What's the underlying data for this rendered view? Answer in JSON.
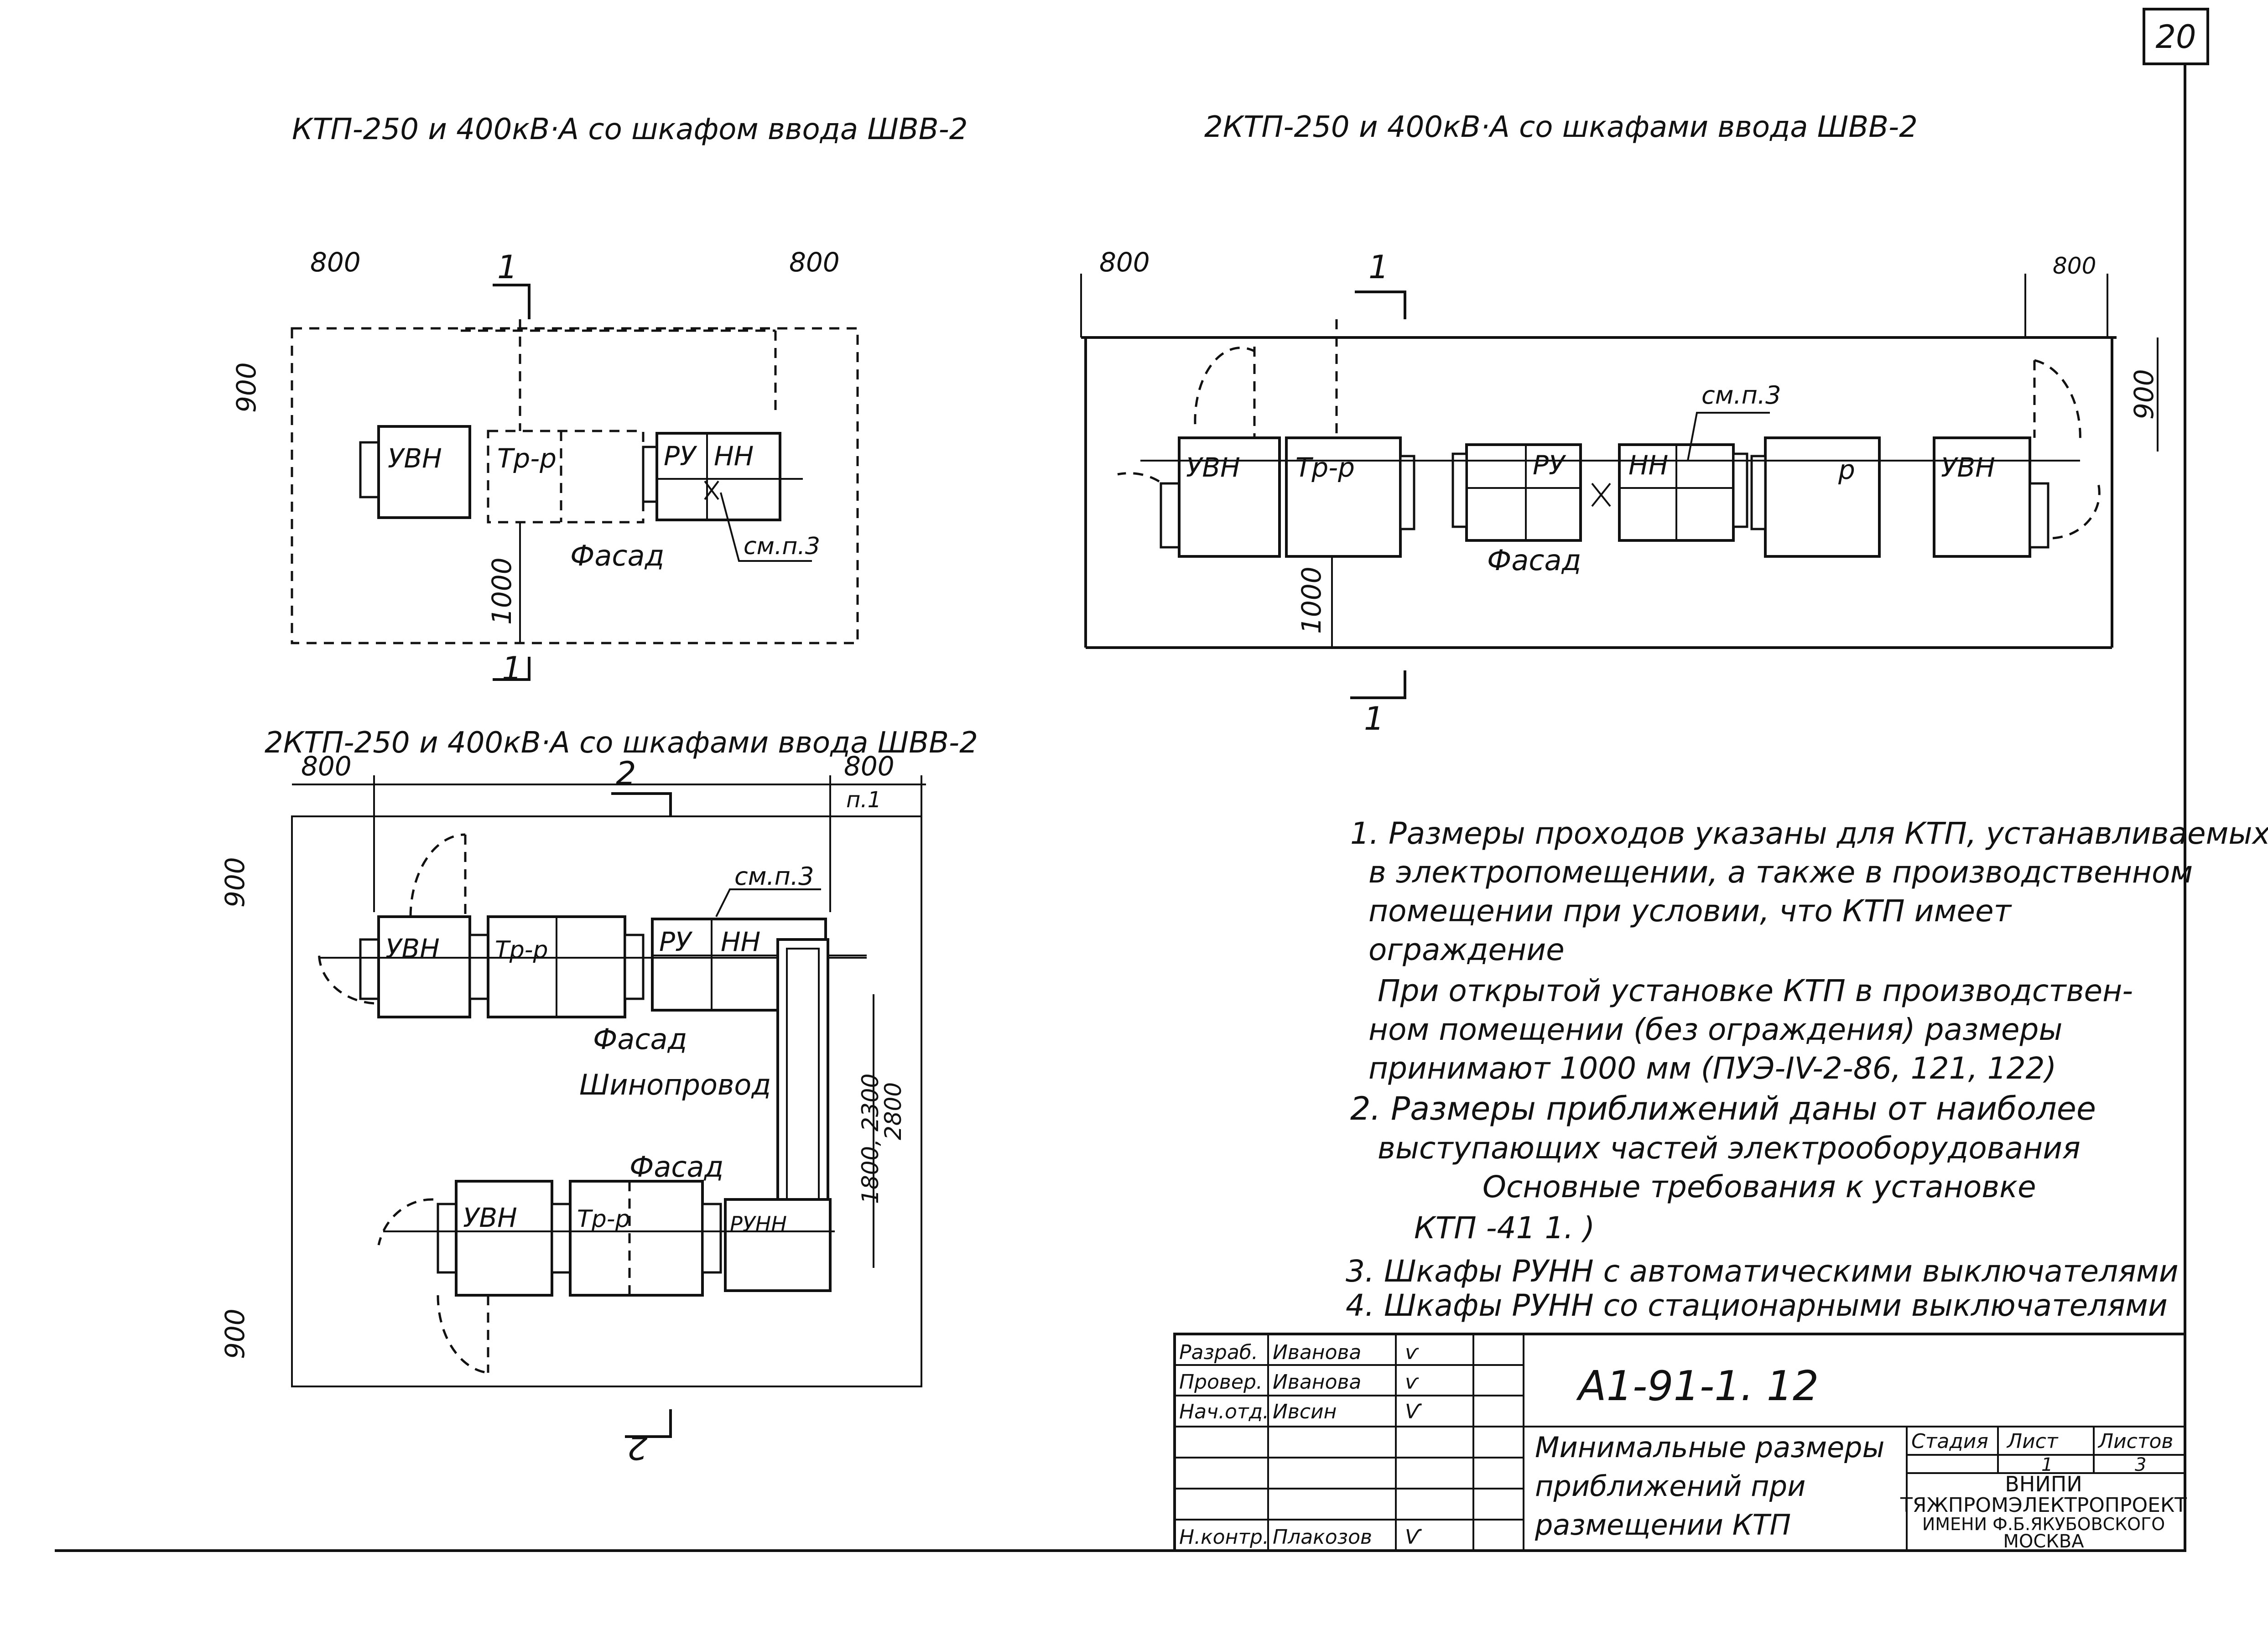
{
  "sheet_number": "20",
  "plan_a": {
    "title": "КТП-250 и 400кВ·А со шкафом ввода ШВВ-2",
    "dim_left": "800",
    "dim_right": "800",
    "dim_top": "900",
    "dim_bottom": "1000",
    "section_top": "1",
    "section_bottom": "1",
    "label_uvn": "УВН",
    "label_tr": "Тр-р",
    "label_ru": "РУ",
    "label_nn": "НН",
    "label_facade": "Фасад",
    "label_ref": "см.п.3"
  },
  "plan_b": {
    "title": "2КТП-250 и 400кВ·А со шкафами ввода ШВВ-2",
    "dim_left": "800",
    "dim_right": "800",
    "dim_top": "900",
    "dim_bottom": "1000",
    "section_top": "1",
    "section_bottom": "1",
    "label_uvn_left": "УВН",
    "label_tr_left": "Тр-р",
    "label_ru": "РУ",
    "label_nn": "НН",
    "label_tr_right": "р",
    "label_uvn_right": "УВН",
    "label_facade": "Фасад",
    "label_ref": "см.п.3"
  },
  "plan_c": {
    "title": "2КТП-250 и 400кВ·А со шкафами ввода ШВВ-2",
    "dim_left": "800",
    "dim_right": "800",
    "dim_right_note": "п.1",
    "dim_top": "900",
    "dim_bottom": "900",
    "dim_vertical": "1800, 2300",
    "dim_vertical_2": "2800",
    "section_top": "2",
    "section_bottom": "2",
    "label_uvn_top": "УВН",
    "label_tr_top": "Тр-р",
    "label_ru": "РУ",
    "label_nn": "НН",
    "label_ref": "см.п.3",
    "label_facade_top": "Фасад",
    "label_busbar": "Шинопровод",
    "label_facade_bottom": "Фасад",
    "label_uvn_bottom": "УВН",
    "label_tr_bottom": "Тр-р",
    "label_runn": "РУНН"
  },
  "notes": [
    "1. Размеры проходов указаны для КТП, устанавливаемых",
    "в электропомещении, а также в производственном",
    "помещении при условии, что КТП имеет",
    "ограждение",
    "При открытой установке КТП в производствен-",
    "ном помещении (без ограждения) размеры",
    "принимают 1000 мм (ПУЭ-IV-2-86, 121, 122)",
    "2. Размеры приближений даны от наиболее",
    "выступающих частей электрооборудования",
    "Основные требования к установке",
    "КТП -41 1. )",
    "3. Шкафы РУНН с автоматическими выключателями",
    "4. Шкафы РУНН со стационарными выключателями"
  ],
  "title_block": {
    "rows": [
      {
        "role": "Разраб.",
        "name": "Иванова",
        "sign": "ѵ"
      },
      {
        "role": "Провер.",
        "name": "Иванова",
        "sign": "ѵ"
      },
      {
        "role": "Нач.отд.",
        "name": "Ивсин",
        "sign": "Ѵ"
      },
      {
        "role": "",
        "name": "",
        "sign": ""
      },
      {
        "role": "",
        "name": "",
        "sign": ""
      },
      {
        "role": "",
        "name": "",
        "sign": ""
      },
      {
        "role": "Н.контр.",
        "name": "Плакозов",
        "sign": "Ѵ"
      }
    ],
    "doc_code": "А1-91-1. 12",
    "doc_title_1": "Минимальные размеры",
    "doc_title_2": "приближений при",
    "doc_title_3": "размещении КТП",
    "stage_header": "Стадия",
    "sheet_header": "Лист",
    "sheets_header": "Листов",
    "sheet_value": "1",
    "sheets_value": "3",
    "org_1": "ВНИПИ",
    "org_2": "ТЯЖПРОМЭЛЕКТРОПРОЕКТ",
    "org_3": "ИМЕНИ Ф.Б.ЯКУБОВСКОГО",
    "org_4": "МОСКВА"
  }
}
